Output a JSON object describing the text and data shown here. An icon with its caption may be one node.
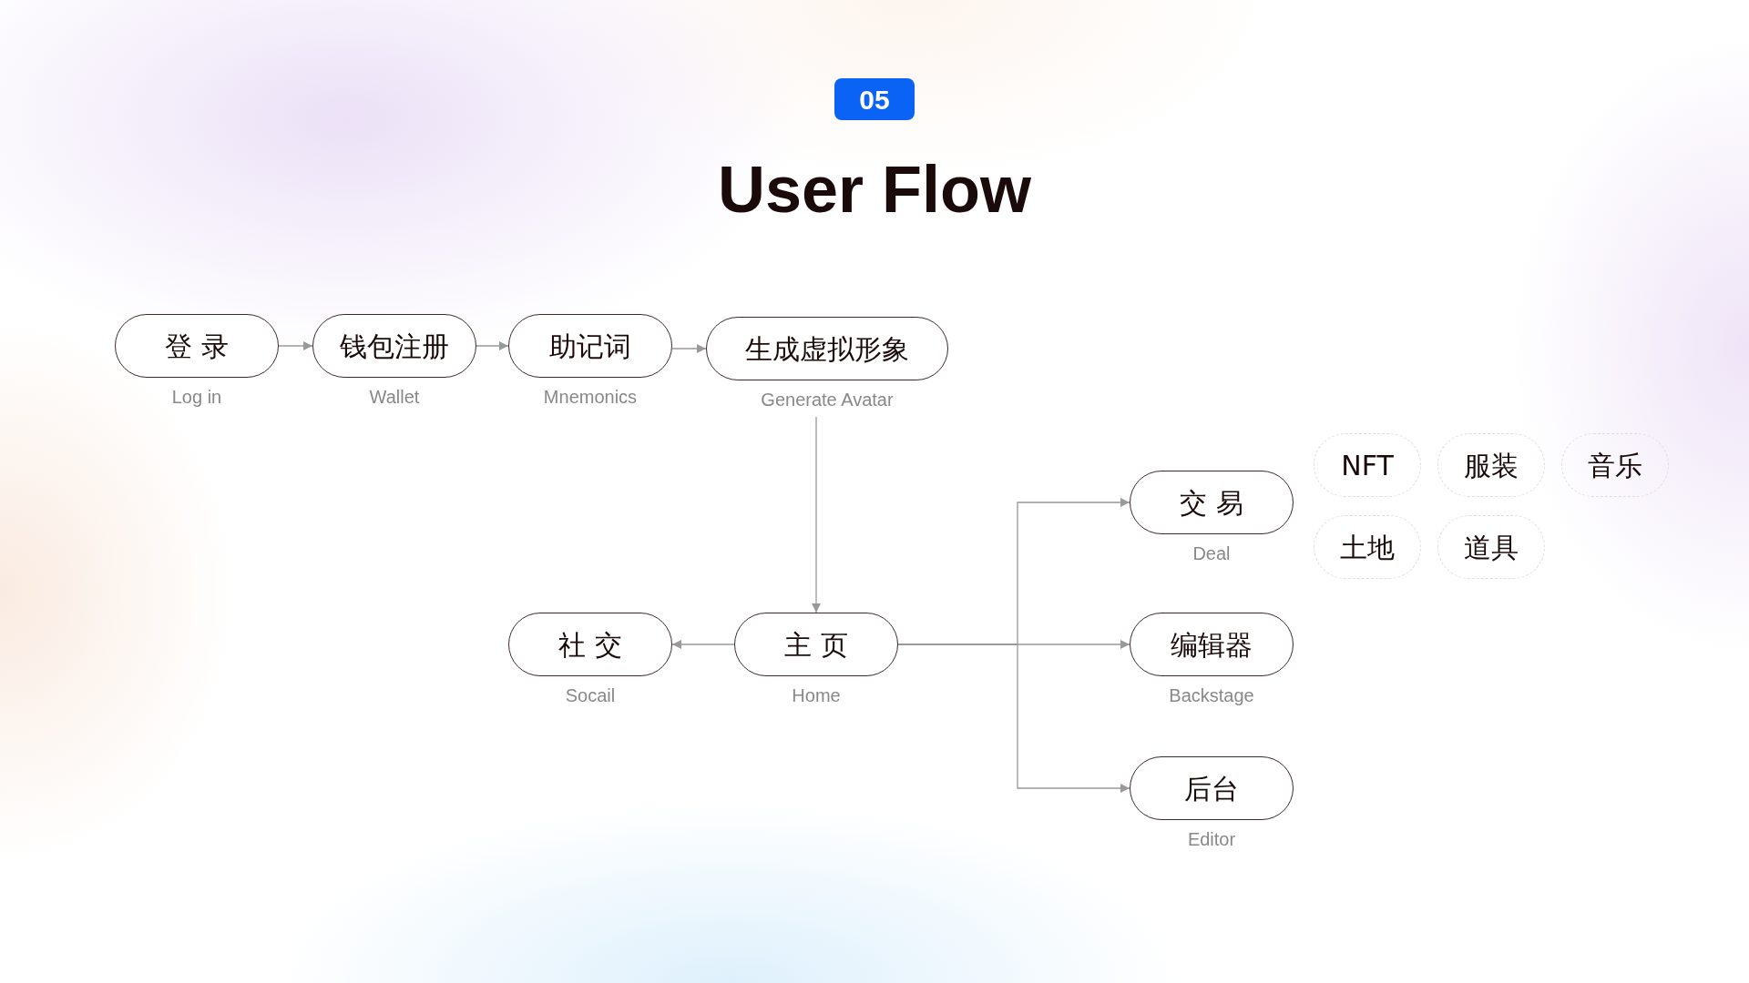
{
  "diagram": {
    "title": "User Flow",
    "nodes": [
      {
        "text": [
          "登 录"
        ],
        "beside": [
          "Log in"
        ]
      },
      {
        "text": [
          "钱包注册"
        ],
        "beside": [
          "Wallet"
        ]
      },
      {
        "text": [
          "助记词"
        ],
        "beside": [
          "Mnemonics"
        ]
      },
      {
        "text": [
          "生成虚拟形象"
        ],
        "beside": [
          "Generate Avatar"
        ]
      },
      {
        "text": [
          "社 交"
        ],
        "beside": [
          "Socail"
        ]
      },
      {
        "text": [
          "主 页"
        ],
        "beside": [
          "Home"
        ]
      },
      {
        "text": [
          "交 易"
        ],
        "beside": [
          "Deal"
        ]
      },
      {
        "text": [
          "NFT"
        ]
      },
      {
        "text": [
          "服装"
        ]
      },
      {
        "text": [
          "音乐"
        ]
      },
      {
        "text": [
          "土地"
        ]
      },
      {
        "text": [
          "道具"
        ]
      },
      {
        "text": [
          "编辑器"
        ],
        "beside": [
          "Backstage"
        ]
      },
      {
        "text": [
          "后台"
        ],
        "beside": [
          "Editor"
        ]
      }
    ],
    "edges": [
      {
        "from": 0,
        "to": 1,
        "arrow": "to"
      },
      {
        "from": 1,
        "to": 2,
        "arrow": "to"
      },
      {
        "from": 2,
        "to": 3,
        "arrow": "to"
      },
      {
        "from": 3,
        "to": 5,
        "arrow": "to"
      },
      {
        "from": 5,
        "to": 4,
        "arrow": "to"
      },
      {
        "from": 5,
        "to": 6,
        "arrow": "to"
      },
      {
        "from": 5,
        "to": 12,
        "arrow": "to"
      },
      {
        "from": 5,
        "to": 13,
        "arrow": "to"
      }
    ],
    "labels": [
      "05"
    ]
  }
}
